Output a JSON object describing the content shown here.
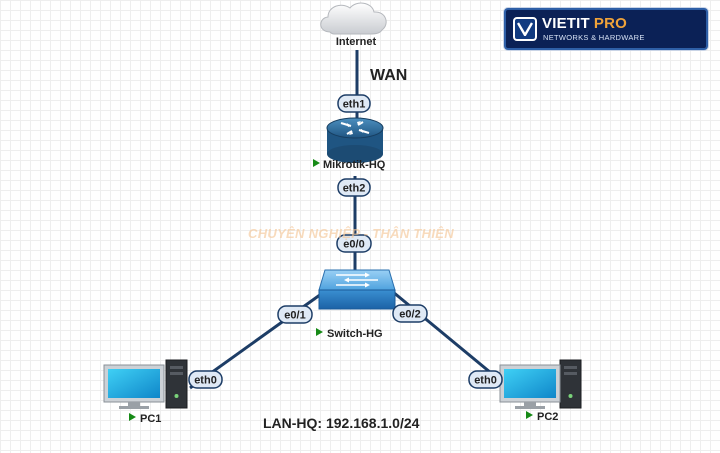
{
  "diagram": {
    "labels": {
      "wan": "WAN",
      "lan": "LAN-HQ: 192.168.1.0/24"
    },
    "nodes": {
      "internet": "Internet",
      "router": "Mikrotik-HQ",
      "switch": "Switch-HG",
      "pc1": "PC1",
      "pc2": "PC2"
    },
    "interfaces": {
      "router_eth1": "eth1",
      "router_eth2": "eth2",
      "switch_e00": "e0/0",
      "switch_e01": "e0/1",
      "switch_e02": "e0/2",
      "pc1_eth0": "eth0",
      "pc2_eth0": "eth0"
    }
  },
  "logo": {
    "name_part1": "VIETIT",
    "name_part2": "PRO",
    "tagline": "NETWORKS & HARDWARE"
  },
  "watermark": {
    "text": "CHUYÊN NGHIỆP - THÂN THIỆN"
  },
  "colors": {
    "link": "#1d3d66",
    "interface_fill": "#dfe9f5",
    "interface_stroke": "#1d3d66",
    "router_body": "#2c6b9a",
    "switch_body": "#2d7fc4",
    "status_green": "#168a16",
    "logo_bg": "#0b2156",
    "logo_accent": "#f0a33a"
  }
}
